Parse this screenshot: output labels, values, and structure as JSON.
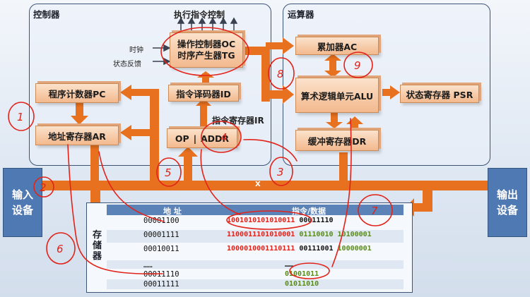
{
  "controller": {
    "title": "控制器"
  },
  "alu_section": {
    "title": "运算器"
  },
  "top_label": "执行指令控制",
  "clock": "时钟",
  "status_feedback": "状态反馈",
  "oc_tg": [
    "操作控制器OC",
    "时序产生器TG"
  ],
  "id": "指令译码器ID",
  "ir_label": "指令寄存器IR",
  "op": "OP",
  "sep": "|",
  "addr_field": "ADDR",
  "pc": "程序计数器PC",
  "ar": "地址寄存器AR",
  "ac": "累加器AC",
  "alu": "算术逻辑单元ALU",
  "psr": "状态寄存器 PSR",
  "dr": "缓冲寄存器DR",
  "input_device": [
    "输入",
    "设备"
  ],
  "output_device": [
    "输出",
    "设备"
  ],
  "bus_letter": "X",
  "memory": {
    "label": "存储器",
    "header_addr": "地 址",
    "header_data": "指令/数据",
    "rows": [
      {
        "addr": "00001100",
        "parts": [
          {
            "t": "1001010101010011",
            "c": "red"
          },
          {
            "t": " 00011110",
            "c": "black"
          }
        ]
      },
      {
        "addr": "00001111",
        "parts": [
          {
            "t": "1100011101010001",
            "c": "red"
          },
          {
            "t": " 01110010 10100001",
            "c": "green"
          }
        ]
      },
      {
        "addr": "00010011",
        "parts": [
          {
            "t": "1000010001110111",
            "c": "red"
          },
          {
            "t": " 00111001",
            "c": "black"
          },
          {
            "t": " 10000001",
            "c": "green"
          }
        ]
      },
      {
        "addr": "……",
        "parts": [
          {
            "t": "……",
            "c": "black"
          }
        ]
      },
      {
        "addr": "00011110",
        "parts": [
          {
            "t": "01001011",
            "c": "green"
          }
        ]
      },
      {
        "addr": "00011111",
        "parts": [
          {
            "t": "01011010",
            "c": "green"
          }
        ]
      }
    ]
  },
  "annotations": [
    "1",
    "2",
    "3",
    "4",
    "5",
    "6",
    "7",
    "8",
    "9"
  ],
  "colors": {
    "box": "#f3b98e",
    "arrow": "#e8711f",
    "ink": "#e2231a",
    "io": "#4f79b2",
    "panel": "#3c5577"
  }
}
